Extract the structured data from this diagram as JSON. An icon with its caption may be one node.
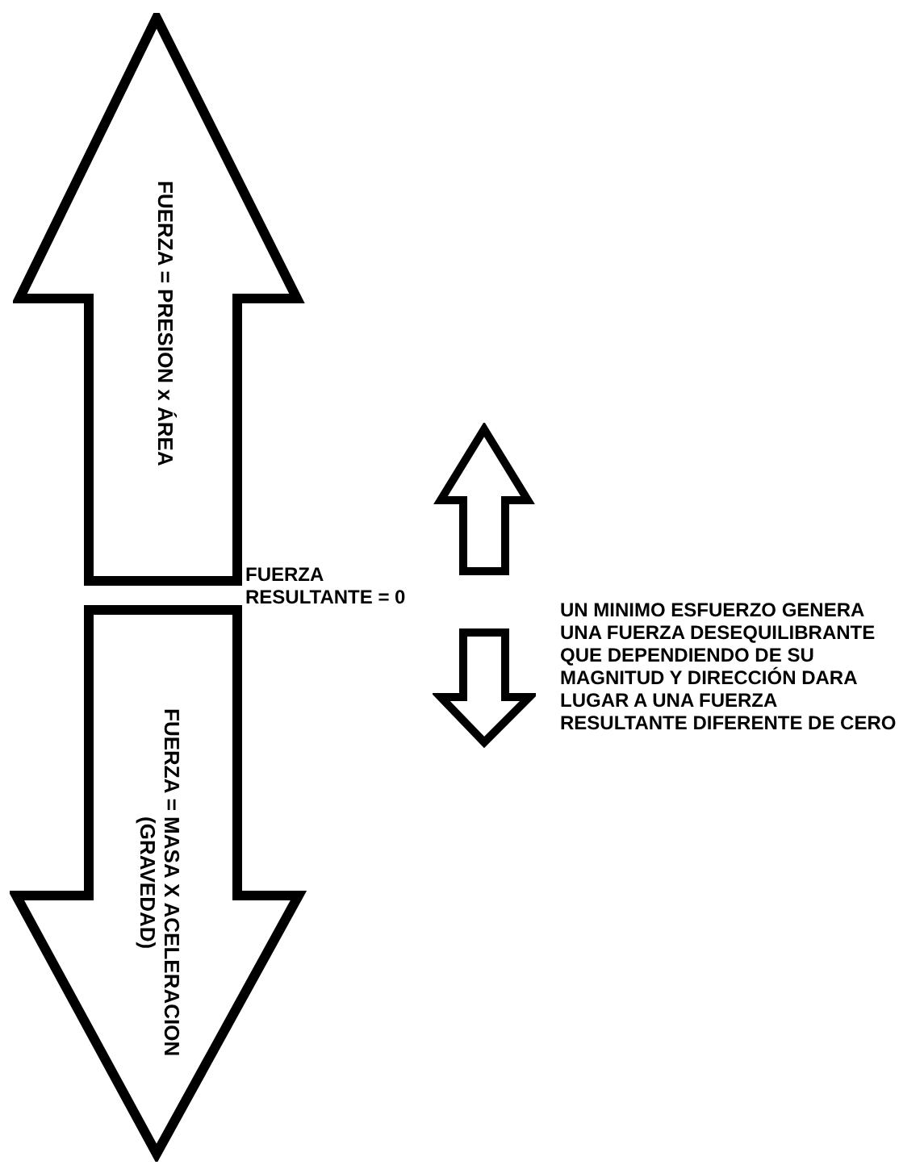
{
  "diagram": {
    "nodes": [
      {
        "text": [
          "FUERZA = PRESION x ÁREA"
        ]
      },
      {
        "text": [
          "FUERZA = MASA X ACELERACION (GRAVEDAD)"
        ]
      }
    ],
    "labels": [
      "FUERZA RESULTANTE = 0",
      "UN MINIMO ESFUERZO GENERA UNA FUERZA DESEQUILIBRANTE QUE DEPENDIENDO DE SU MAGNITUD Y DIRECCIÓN DARA LUGAR A UNA FUERZA RESULTANTE DIFERENTE DE CERO"
    ]
  }
}
